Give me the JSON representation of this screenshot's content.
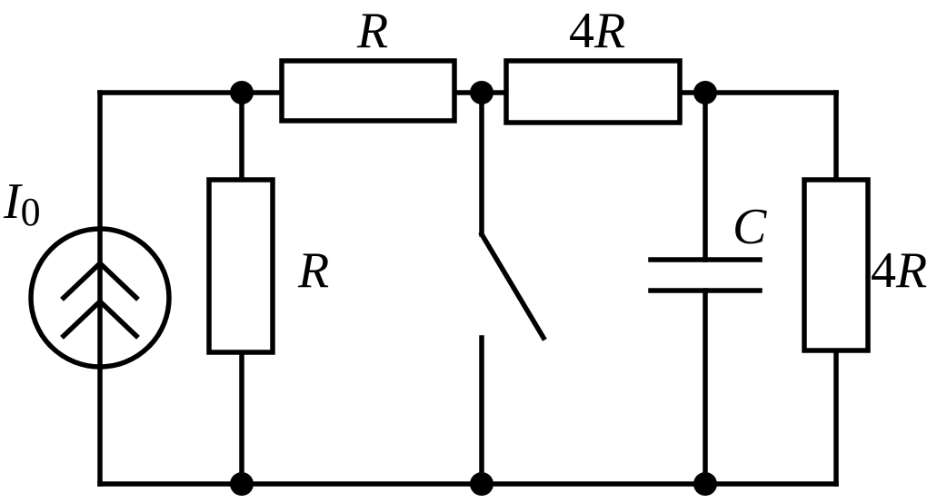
{
  "labels": {
    "source": {
      "symbol": "I",
      "subscript": "0"
    },
    "top_left_resistor": {
      "value": "R"
    },
    "top_right_resistor": {
      "coef": "4",
      "symbol": "R"
    },
    "left_shunt_resistor": {
      "value": "R"
    },
    "capacitor": {
      "value": "C"
    },
    "right_shunt_resistor": {
      "coef": "4",
      "symbol": "R"
    }
  }
}
